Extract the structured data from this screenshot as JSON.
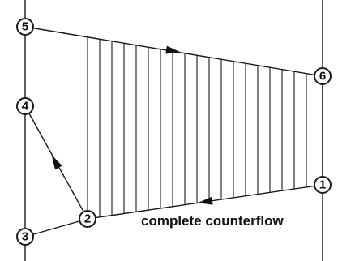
{
  "nodes": [
    {
      "id": "5",
      "label": "5"
    },
    {
      "id": "6",
      "label": "6"
    },
    {
      "id": "4",
      "label": "4"
    },
    {
      "id": "1",
      "label": "1"
    },
    {
      "id": "3",
      "label": "3"
    },
    {
      "id": "2",
      "label": "2"
    }
  ],
  "edges": [
    {
      "from": "5",
      "to": "6",
      "arrow": "forward"
    },
    {
      "from": "1",
      "to": "2",
      "arrow": "forward"
    },
    {
      "from": "2",
      "to": "4",
      "arrow": "forward"
    },
    {
      "from": "3",
      "to": "2",
      "arrow": "none"
    },
    {
      "from": "6",
      "to": "1",
      "arrow": "none"
    }
  ],
  "caption": "complete counterflow",
  "colors": {
    "line": "#1a1a1a",
    "text": "#111111",
    "background": "#ffffff"
  }
}
